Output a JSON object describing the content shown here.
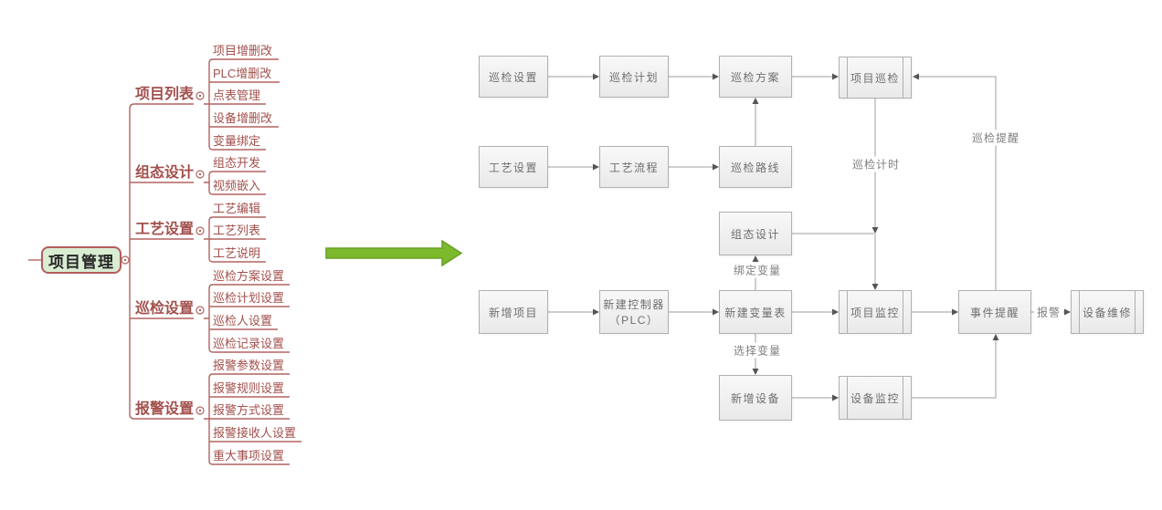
{
  "mindmap": {
    "root": "项目管理",
    "branches": [
      {
        "label": "项目列表",
        "children": [
          "项目增删改",
          "PLC增删改",
          "点表管理",
          "设备增删改",
          "变量绑定"
        ]
      },
      {
        "label": "组态设计",
        "children": [
          "组态开发",
          "视频嵌入"
        ]
      },
      {
        "label": "工艺设置",
        "children": [
          "工艺编辑",
          "工艺列表",
          "工艺说明"
        ]
      },
      {
        "label": "巡检设置",
        "children": [
          "巡检方案设置",
          "巡检计划设置",
          "巡检人设置",
          "巡检记录设置"
        ]
      },
      {
        "label": "报警设置",
        "children": [
          "报警参数设置",
          "报警规则设置",
          "报警方式设置",
          "报警接收人设置",
          "重大事项设置"
        ]
      }
    ],
    "colors": {
      "line": "#b26461",
      "text": "#a2504c",
      "root_fill": "#d9edd3",
      "root_border": "#b25d5c"
    }
  },
  "transform_arrow": {
    "fill": "#7cb92c",
    "stroke": "#69a125"
  },
  "flowchart": {
    "nodes": [
      {
        "label": "巡检设置"
      },
      {
        "label": "巡检计划"
      },
      {
        "label": "巡检方案"
      },
      {
        "label": "项目巡检"
      },
      {
        "label": "工艺设置"
      },
      {
        "label": "工艺流程"
      },
      {
        "label": "巡检路线"
      },
      {
        "label": "组态设计"
      },
      {
        "label": "新增项目"
      },
      {
        "label": "新建控制器",
        "label2": "（PLC）"
      },
      {
        "label": "新建变量表"
      },
      {
        "label": "项目监控"
      },
      {
        "label": "事件提醒"
      },
      {
        "label": "设备维修"
      },
      {
        "label": "新增设备"
      },
      {
        "label": "设备监控"
      }
    ],
    "edge_labels": {
      "inspection_timer": "巡检计时",
      "inspection_reminder": "巡检提醒",
      "bind_variable": "绑定变量",
      "select_variable": "选择变量",
      "alarm": "报警"
    },
    "colors": {
      "box_border": "#b3b0ad",
      "line": "#9d9d9d",
      "text": "#6e6e6e"
    }
  }
}
